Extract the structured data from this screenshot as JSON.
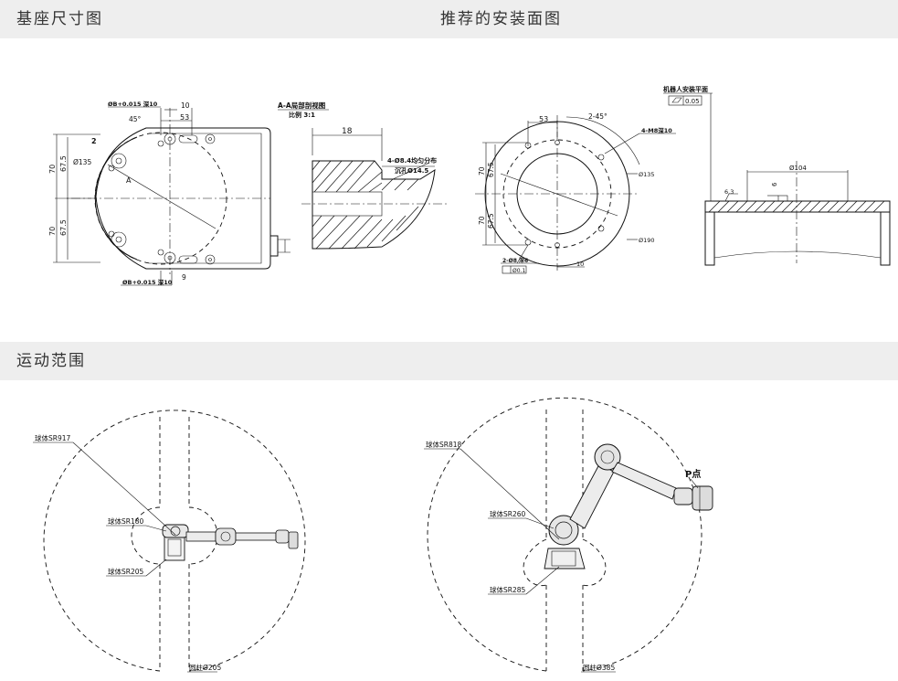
{
  "sections": {
    "base_dimensions": "基座尺寸图",
    "recommended_mount": "推荐的安装面图",
    "motion_range": "运动范围"
  },
  "base_drawing": {
    "hole_top": "ØB+0.015 深10",
    "hole_bottom": "ØB+0.015 深10",
    "dim_10": "10",
    "dim_53": "53",
    "dim_45": "45°",
    "dim_2": "2",
    "dim_A": "A",
    "dim_135": "Ø135",
    "dim_70_top": "70",
    "dim_675_top": "67.5",
    "dim_70_bot": "70",
    "dim_675_bot": "67.5",
    "dim_9": "9"
  },
  "section_view": {
    "title": "A-A局部剖视图",
    "scale": "比例 3:1",
    "dim_18": "18",
    "hole_note1": "4-Ø8.4均匀分布",
    "hole_note2": "沉孔Ø14.5"
  },
  "mount_drawing": {
    "dim_53": "53",
    "dim_245": "2-45°",
    "m8": "4-M8深10",
    "d135": "Ø135",
    "d190": "Ø190",
    "dim_70_top": "70",
    "dim_675_top": "67.5",
    "dim_70_bot": "70",
    "dim_675_bot": "67.5",
    "pin": "2-Ø8 深6",
    "tol": "Ø0.1",
    "dim_10": "10"
  },
  "plane_drawing": {
    "title": "机器人安装平面",
    "flatness": "0.05",
    "d104": "Ø104",
    "dim_6": "6",
    "rough": "6.3"
  },
  "range_left": {
    "sr917": "球体SR917",
    "sr180": "球体SR180",
    "sr205": "球体SR205",
    "cyl": "圆柱Ø205"
  },
  "range_right": {
    "sr818": "球体SR818",
    "sr260": "球体SR260",
    "sr285": "球体SR285",
    "cyl": "圆柱Ø385",
    "p_point": "P点"
  }
}
